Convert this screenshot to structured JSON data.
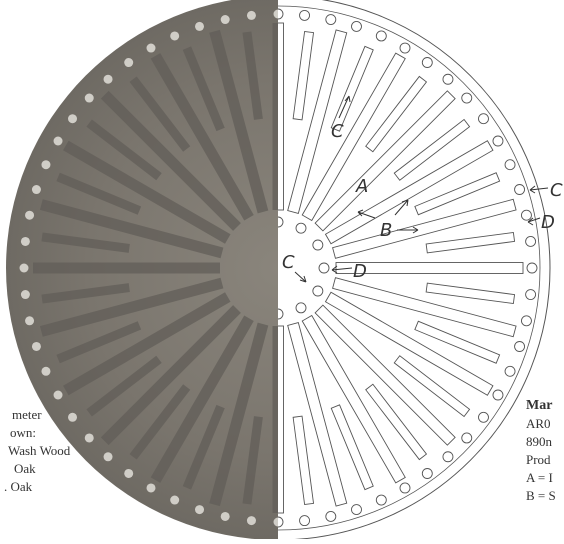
{
  "colors": {
    "wood_photo": "#7f7a72",
    "wood_dark": "#625e58",
    "outline": "#555555",
    "background": "#ffffff"
  },
  "left_caption": {
    "line1": "meter",
    "line2": "own:",
    "line3": "Wash Wood",
    "line4": "Oak",
    "line5": ". Oak"
  },
  "right_caption": {
    "title": "Mar",
    "line1": "AR0",
    "line2": "890n",
    "line3": "Prod",
    "line4": "A = I",
    "line5": "B = S"
  },
  "callouts": {
    "a": "A",
    "b": "B",
    "c": "C",
    "d": "D"
  }
}
